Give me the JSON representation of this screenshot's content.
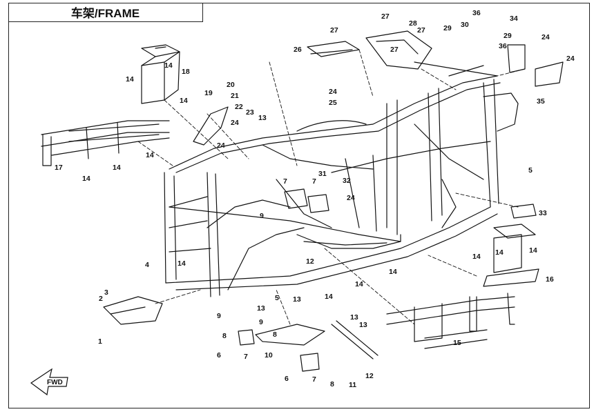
{
  "title": "车架/FRAME",
  "fwd_label": "FWD",
  "callouts": [
    "1",
    "2",
    "3",
    "4",
    "5",
    "5",
    "6",
    "6",
    "7",
    "7",
    "7",
    "7",
    "8",
    "8",
    "8",
    "9",
    "9",
    "9",
    "10",
    "11",
    "12",
    "12",
    "13",
    "13",
    "13",
    "13",
    "13",
    "14",
    "14",
    "14",
    "14",
    "14",
    "14",
    "14",
    "14",
    "14",
    "14",
    "14",
    "14",
    "14",
    "15",
    "16",
    "17",
    "18",
    "19",
    "20",
    "21",
    "22",
    "23",
    "24",
    "24",
    "24",
    "24",
    "24",
    "24",
    "25",
    "26",
    "27",
    "27",
    "27",
    "27",
    "28",
    "29",
    "29",
    "30",
    "31",
    "32",
    "33",
    "34",
    "35",
    "36",
    "36"
  ]
}
